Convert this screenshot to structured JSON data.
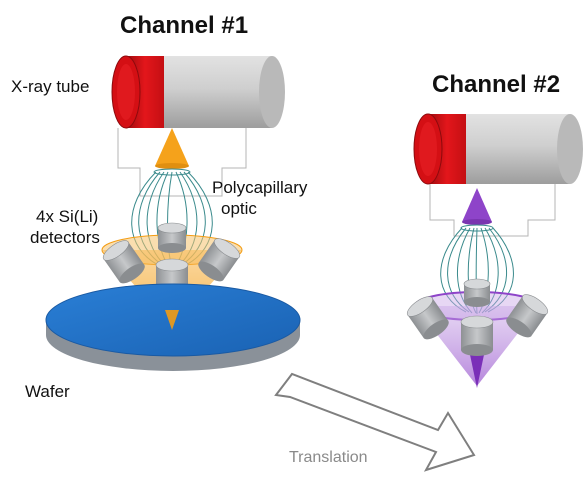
{
  "diagram": {
    "channels": [
      {
        "title": "Channel #1",
        "beam_color": "#f5a21b"
      },
      {
        "title": "Channel #2",
        "beam_color": "#8e44c9"
      }
    ],
    "labels": {
      "xray_tube": "X-ray tube",
      "optic_line1": "Polycapillary",
      "optic_line2": "optic",
      "detectors_line1": "4x Si(Li)",
      "detectors_line2": "detectors",
      "wafer": "Wafer",
      "translation": "Translation"
    },
    "colors": {
      "tube_cap": "#d40f14",
      "tube_body": "#c8c8c8",
      "capillary": "#3a8a8c",
      "wafer_top": "#1f6fc4",
      "wafer_edge": "#8a9199",
      "detector": "#a9acaf"
    }
  }
}
